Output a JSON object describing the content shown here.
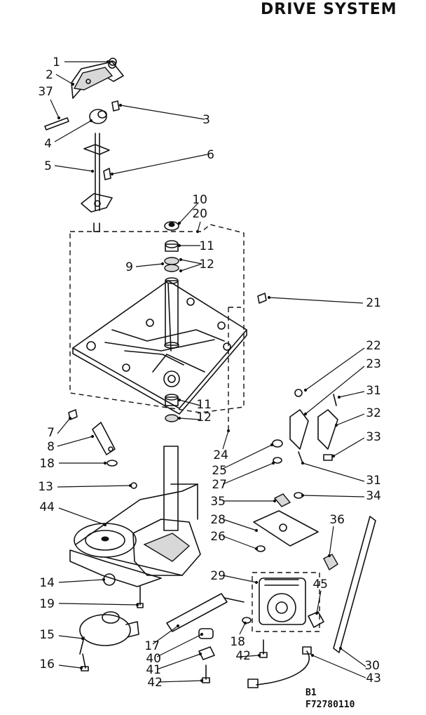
{
  "header": {
    "title": "DRIVE SYSTEM"
  },
  "footer": {
    "line1": "B1",
    "line2": "F72780110"
  },
  "callouts": [
    "1",
    "2",
    "37",
    "3",
    "4",
    "5",
    "6",
    "10",
    "20",
    "11",
    "9",
    "12",
    "21",
    "22",
    "23",
    "31",
    "32",
    "33",
    "11",
    "12",
    "7",
    "8",
    "18",
    "24",
    "25",
    "27",
    "31",
    "13",
    "44",
    "35",
    "34",
    "28",
    "36",
    "26",
    "14",
    "29",
    "45",
    "19",
    "17",
    "18",
    "15",
    "40",
    "16",
    "41",
    "42",
    "30",
    "42",
    "43"
  ],
  "colors": {
    "ink": "#111111",
    "paper": "#ffffff",
    "shade": "#d8d8d8"
  }
}
